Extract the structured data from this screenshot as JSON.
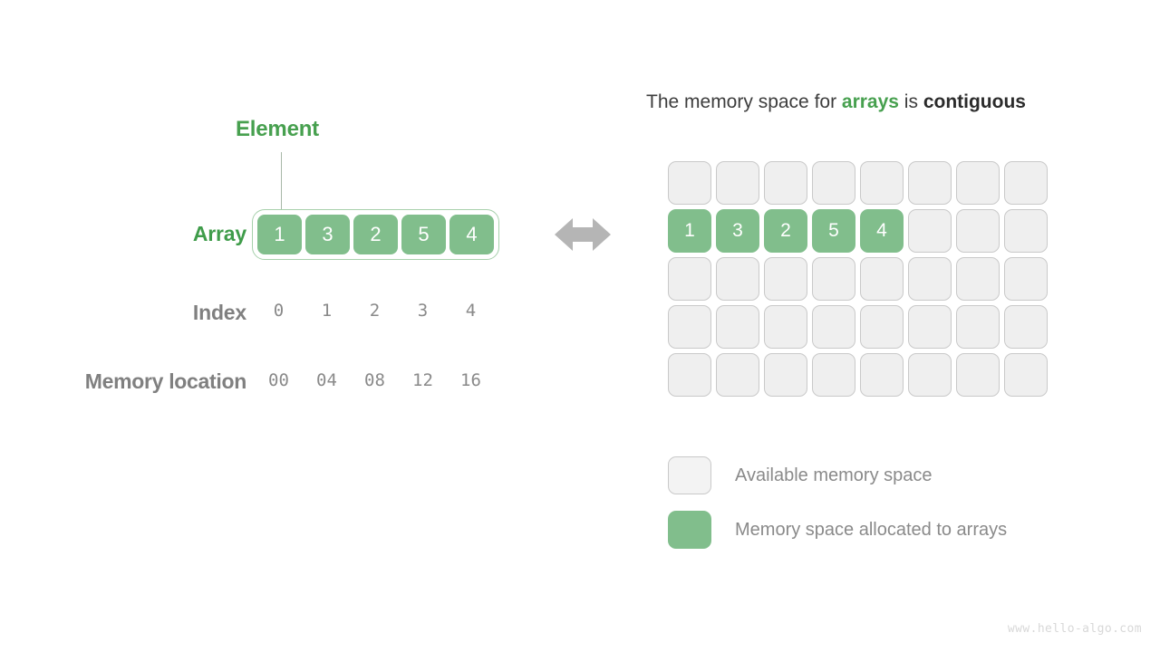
{
  "diagram": {
    "title_left": "Element",
    "arrow_icon": "double-headed-horizontal-arrow"
  },
  "left": {
    "callout_label": "Element",
    "rows": {
      "array_label": "Array",
      "index_label": "Index",
      "memory_label": "Memory location"
    },
    "array_values": [
      "1",
      "3",
      "2",
      "5",
      "4"
    ],
    "index_values": [
      "0",
      "1",
      "2",
      "3",
      "4"
    ],
    "memory_values": [
      "00",
      "04",
      "08",
      "12",
      "16"
    ]
  },
  "right": {
    "title": {
      "part1": "The memory space for ",
      "highlight_green": "arrays",
      "part2": " is ",
      "highlight_dark": "contiguous"
    },
    "grid": {
      "columns": 8,
      "rows": 5,
      "cells": [
        [
          "",
          "",
          "",
          "",
          "",
          "",
          "",
          ""
        ],
        [
          "1",
          "3",
          "2",
          "5",
          "4",
          "",
          "",
          ""
        ],
        [
          "",
          "",
          "",
          "",
          "",
          "",
          "",
          ""
        ],
        [
          "",
          "",
          "",
          "",
          "",
          "",
          "",
          ""
        ],
        [
          "",
          "",
          "",
          "",
          "",
          "",
          "",
          ""
        ]
      ]
    },
    "legend": [
      {
        "swatch": "free",
        "label": "Available memory space"
      },
      {
        "swatch": "used",
        "label": "Memory space allocated to arrays"
      }
    ]
  },
  "watermark": "www.hello-algo.com",
  "colors": {
    "green_fill": "#81be8c",
    "green_text": "#47a04f",
    "green_outline": "#a7d0ac",
    "grey_label": "#808080",
    "grey_value": "#8a8a8a",
    "cell_free_bg": "#efefef",
    "cell_free_border": "#c9c9c9",
    "arrow": "#b5b5b5",
    "watermark": "#d8d8d8"
  }
}
